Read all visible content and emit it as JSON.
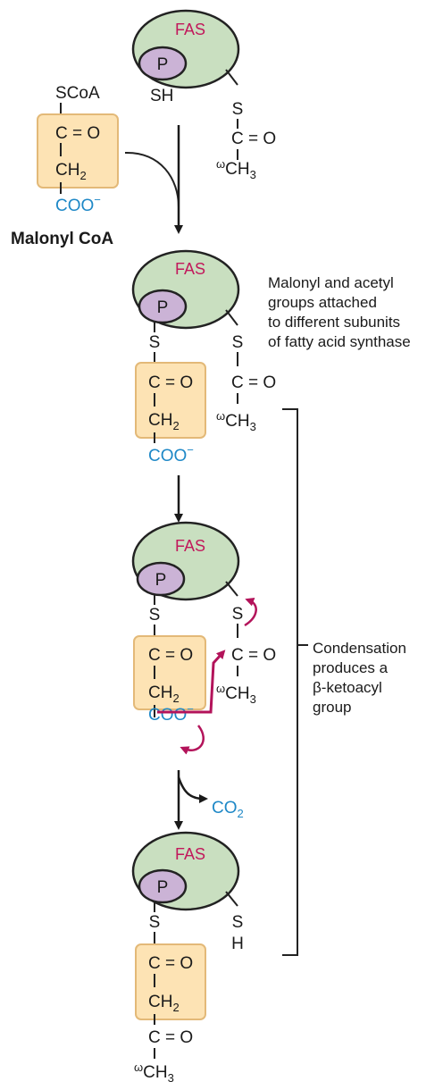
{
  "diagram": {
    "fas_label": "FAS",
    "p_label": "P",
    "s": "S",
    "sh": "SH",
    "h": "H",
    "scoa": "SCoA",
    "c_eq_o": "C = O",
    "ch": "CH",
    "two": "2",
    "three": "3",
    "omega": "ω",
    "coo": "COO",
    "minus": "−",
    "malonyl_coa": "Malonyl CoA",
    "co": "CO",
    "caption_attached": [
      "Malonyl and acetyl",
      "groups attached",
      "to different subunits",
      "of fatty acid synthase"
    ],
    "caption_condensation": [
      "Condensation",
      "produces a",
      "β-ketoacyl",
      "group"
    ],
    "colors": {
      "fas_text": "#c2185b",
      "enzyme_fill": "#c9dfc0",
      "p_fill": "#cbb3d6",
      "box_fill": "#fde3b4",
      "carboxyl_blue": "#1e88c7",
      "arrow_magenta": "#b3135a"
    }
  }
}
